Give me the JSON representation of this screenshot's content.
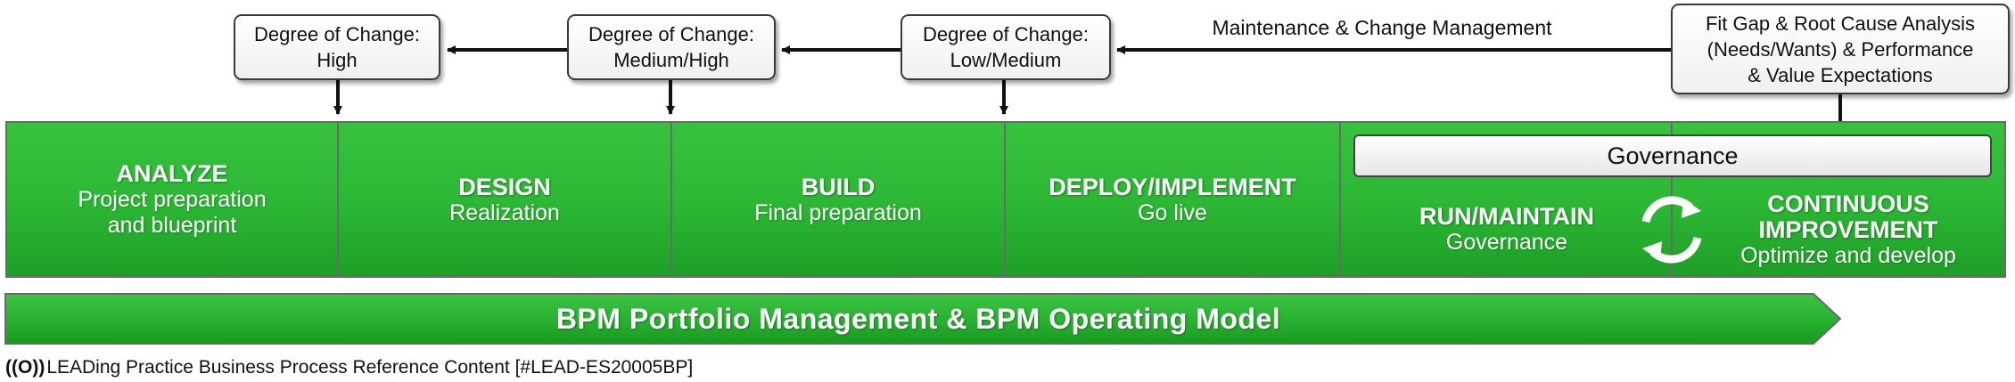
{
  "callouts": {
    "high": {
      "line1": "Degree of Change:",
      "line2": "High"
    },
    "medium_high": {
      "line1": "Degree of Change:",
      "line2": "Medium/High"
    },
    "low_medium": {
      "line1": "Degree of Change:",
      "line2": "Low/Medium"
    },
    "fit_gap": {
      "line1": "Fit Gap & Root Cause Analysis",
      "line2": "(Needs/Wants) & Performance",
      "line3": "& Value Expectations"
    }
  },
  "flow_label": "Maintenance & Change Management",
  "phases": [
    {
      "title": "ANALYZE",
      "subtitle_line1": "Project preparation",
      "subtitle_line2": "and blueprint"
    },
    {
      "title": "DESIGN",
      "subtitle": "Realization"
    },
    {
      "title": "BUILD",
      "subtitle": "Final preparation"
    },
    {
      "title": "DEPLOY/IMPLEMENT",
      "subtitle": "Go live"
    }
  ],
  "governance_label": "Governance",
  "run_maintain": {
    "title": "RUN/MAINTAIN",
    "subtitle": "Governance"
  },
  "continuous_improvement": {
    "title_line1": "CONTINUOUS",
    "title_line2": "IMPROVEMENT",
    "subtitle": "Optimize and develop"
  },
  "banner": "BPM Portfolio Management & BPM Operating Model",
  "footer": {
    "logo": "((O))",
    "text": "LEADing Practice Business Process Reference Content [#LEAD-ES20005BP]"
  },
  "colors": {
    "phase_green": "#2bb634",
    "banner_green": "#22a82d",
    "border": "#6a6a6a"
  },
  "icons": [
    "cycle-arrows-icon"
  ]
}
